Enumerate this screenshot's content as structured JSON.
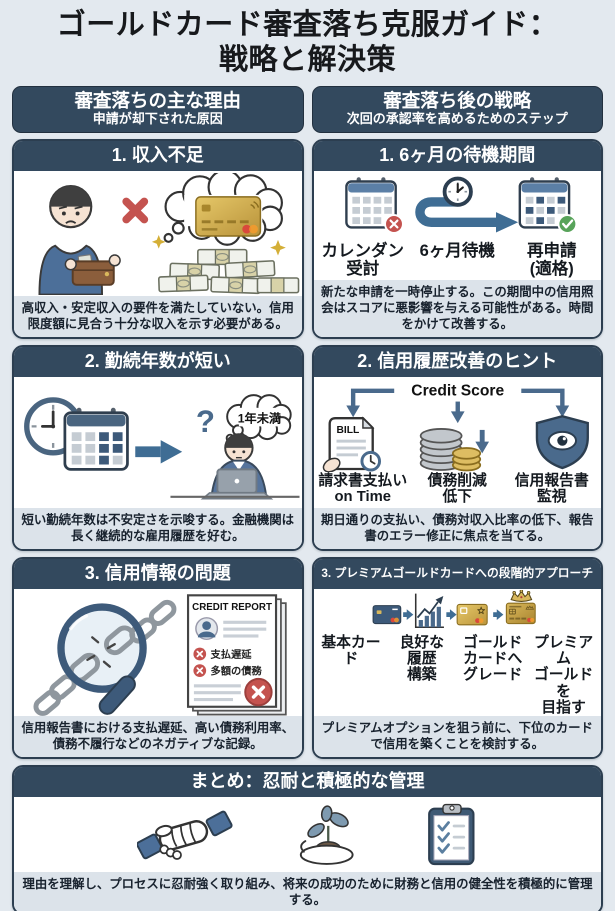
{
  "page": {
    "title_line1": "ゴールドカード審査落ち克服ガイド：",
    "title_line2": "戦略と解決策"
  },
  "headers": {
    "left": {
      "title": "審査落ちの主な理由",
      "subtitle": "申請が却下された原因"
    },
    "right": {
      "title": "審査落ち後の戦略",
      "subtitle": "次回の承認率を高めるためのステップ"
    }
  },
  "cards": {
    "income": {
      "title": "1. 収入不足",
      "caption": "高収入・安定収入の要件を満たしていない。信用限度額に見合う十分な収入を示す必要がある。"
    },
    "waiting": {
      "title": "1. 6ヶ月の待機期間",
      "label_start": "カレンダン\n受討",
      "label_middle": "6ヶ月待機",
      "label_end": "再申請\n(適格)",
      "caption": "新たな申請を一時停止する。この期間中の信用照会はスコアに悪影響を与える可能性がある。時間をかけて改善する。"
    },
    "tenure": {
      "title": "2. 勤続年数が短い",
      "question_mark": "?",
      "bubble": "1年未満",
      "caption": "短い勤続年数は不安定さを示唆する。金融機関は長く継続的な雇用履歴を好む。"
    },
    "tips": {
      "title": "2. 信用履歴改善のヒント",
      "score_label": "Credit Score",
      "bill_text": "BILL",
      "label_a": "請求書支払い\non Time",
      "label_b": "債務削減\n低下",
      "label_c": "信用報告書\n監視",
      "caption": "期日通りの支払い、債務対収入比率の低下、報告書のエラー修正に焦点を当てる。"
    },
    "credit_issues": {
      "title": "3. 信用情報の問題",
      "report_title": "CREDIT REPORT",
      "report_item_a": "支払遅延",
      "report_item_b": "多額の債務",
      "caption": "信用報告書における支払遅延、高い債務利用率、債務不履行などのネガティブな記録。"
    },
    "approach": {
      "title": "3. プレミアムゴールドカードへの段階的アプローチ",
      "label_a": "基本カード",
      "label_b": "良好な\n履歴\n構築",
      "label_c": "ゴールド\nカードへ\nグレード",
      "label_d": "プレミアム\nゴールドを\n目指す",
      "caption": "プレミアムオプションを狙う前に、下位のカードで信用を築くことを検討する。"
    },
    "summary": {
      "title": "まとめ：忍耐と積極的な管理",
      "caption": "理由を理解し、プロセスに忍耐強く取り組み、将来の成功のために財務と信用の健全性を積極的に管理する。"
    }
  },
  "colors": {
    "page_bg": "#e3e9ef",
    "bar_bg": "#33495e",
    "card_border": "#2c3e50",
    "caption_bg": "#dce3ea",
    "accent_blue": "#3f6d94",
    "error_red": "#c4534f",
    "success_green": "#58a35a",
    "gold": "#d4b04a"
  }
}
